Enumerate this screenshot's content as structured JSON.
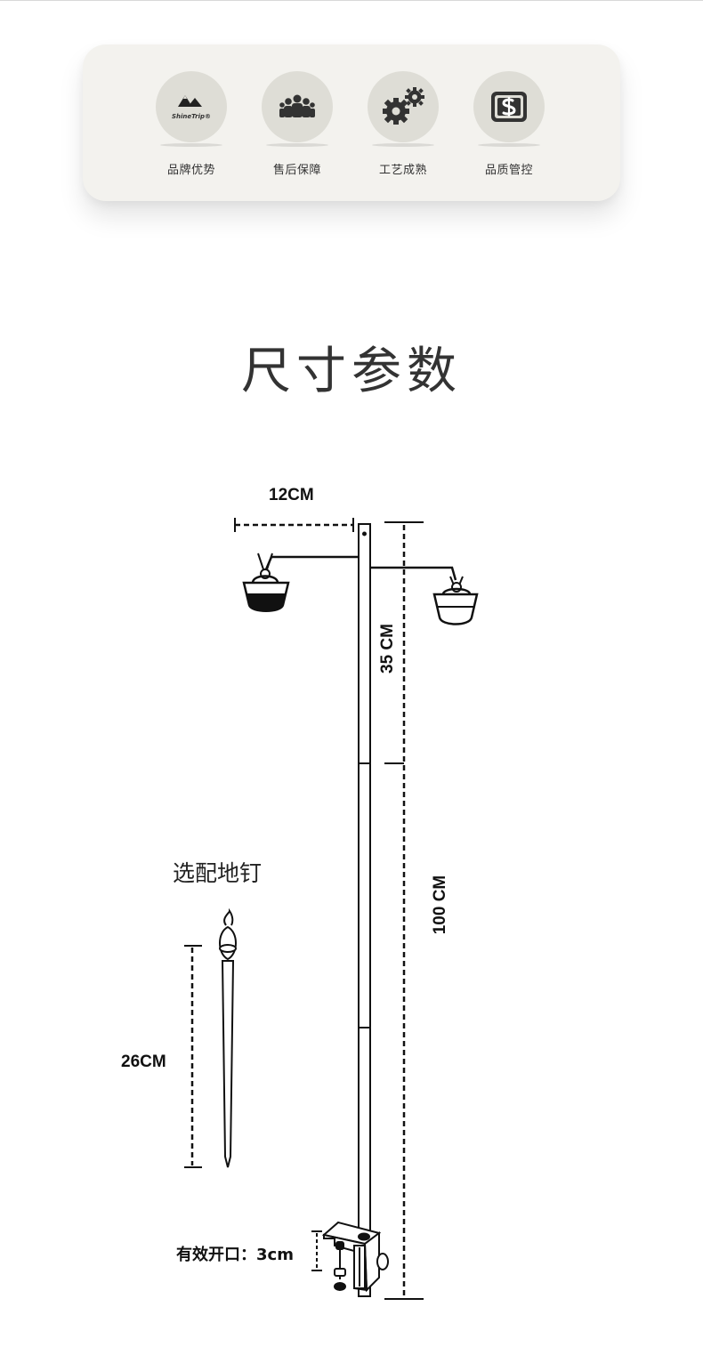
{
  "badges": [
    {
      "icon": "shinetrip-logo-icon",
      "logo_text": "ShineTrip®",
      "label": "品牌优势"
    },
    {
      "icon": "people-group-icon",
      "label": "售后保障"
    },
    {
      "icon": "gears-icon",
      "label": "工艺成熟"
    },
    {
      "icon": "dollar-sign-icon",
      "label": "品质管控"
    }
  ],
  "title": "尺寸参数",
  "dimensions": {
    "arm_width": "12CM",
    "upper_height": "35 CM",
    "total_height": "100 CM",
    "stake_length": "26CM",
    "stake_title": "选配地钉",
    "opening": "有效开口：3cm"
  },
  "colors": {
    "card_bg": "#f3f2ee",
    "circle_bg": "#deddd6",
    "line": "#111111"
  }
}
